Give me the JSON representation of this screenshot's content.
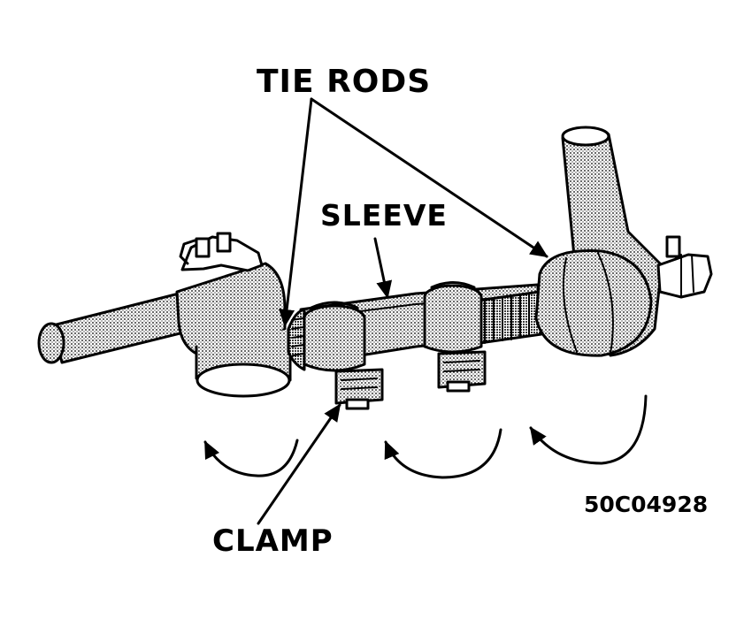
{
  "labels": {
    "tie_rods": "TIE RODS",
    "sleeve": "SLEEVE",
    "clamp": "CLAMP",
    "figure_code": "50C04928"
  },
  "colors": {
    "ink": "#000000",
    "shade": "#bdbdbd",
    "paper": "#ffffff"
  }
}
